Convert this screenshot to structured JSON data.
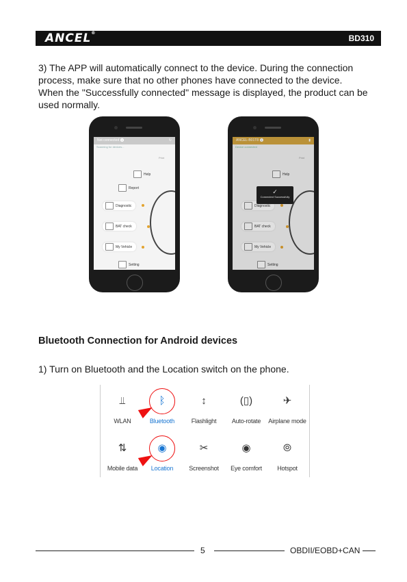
{
  "header": {
    "logo": "ANCEL",
    "logo_mark": "®",
    "model": "BD310"
  },
  "intro_lines": [
    "3) The APP will automatically connect to the device. During the connection",
    "process, make sure that no other phones have connected to the device.",
    "When the \"Successfully connected\" message is displayed, the product can be",
    "used normally."
  ],
  "phone_left": {
    "status": "Not connected",
    "substatus": "Scanning for devices...",
    "menu": {
      "help": "Help",
      "report": "Report",
      "diagnostic": "Diagnostic",
      "bat_check": "BAT check",
      "my_vehicle": "My Vehicle",
      "setting": "Setting",
      "print": "Print"
    },
    "bar_color": "#c9c9c9"
  },
  "phone_right": {
    "status": "ANCEL-B01T8",
    "substatus": "Device connected",
    "toast": "Connected Successfully",
    "menu": {
      "help": "Help",
      "diagnostic": "Diagnostic",
      "bat_check": "BAT check",
      "my_vehicle": "My Vehicle",
      "setting": "Setting",
      "print": "Print"
    },
    "bar_color": "#d4a640"
  },
  "section_title": "Bluetooth Connection for Android devices",
  "step1": "1) Turn on Bluetooth and the Location switch on the phone.",
  "quick_settings": [
    {
      "label": "WLAN",
      "icon": "wifi-icon",
      "glyph": "⫫"
    },
    {
      "label": "Bluetooth",
      "icon": "bluetooth-icon",
      "glyph": "ᛒ",
      "active": true
    },
    {
      "label": "Flashlight",
      "icon": "flashlight-icon",
      "glyph": "↕"
    },
    {
      "label": "Auto-rotate",
      "icon": "auto-rotate-icon",
      "glyph": "(▯)"
    },
    {
      "label": "Airplane mode",
      "icon": "airplane-icon",
      "glyph": "✈"
    },
    {
      "label": "Mobile data",
      "icon": "mobile-data-icon",
      "glyph": "⇅"
    },
    {
      "label": "Location",
      "icon": "location-icon",
      "glyph": "◉",
      "active": true
    },
    {
      "label": "Screenshot",
      "icon": "screenshot-icon",
      "glyph": "✂"
    },
    {
      "label": "Eye comfort",
      "icon": "eye-comfort-icon",
      "glyph": "◉"
    },
    {
      "label": "Hotspot",
      "icon": "hotspot-icon",
      "glyph": "⦾"
    }
  ],
  "footer": {
    "page_number": "5",
    "standard": "OBDII/EOBD+CAN"
  }
}
